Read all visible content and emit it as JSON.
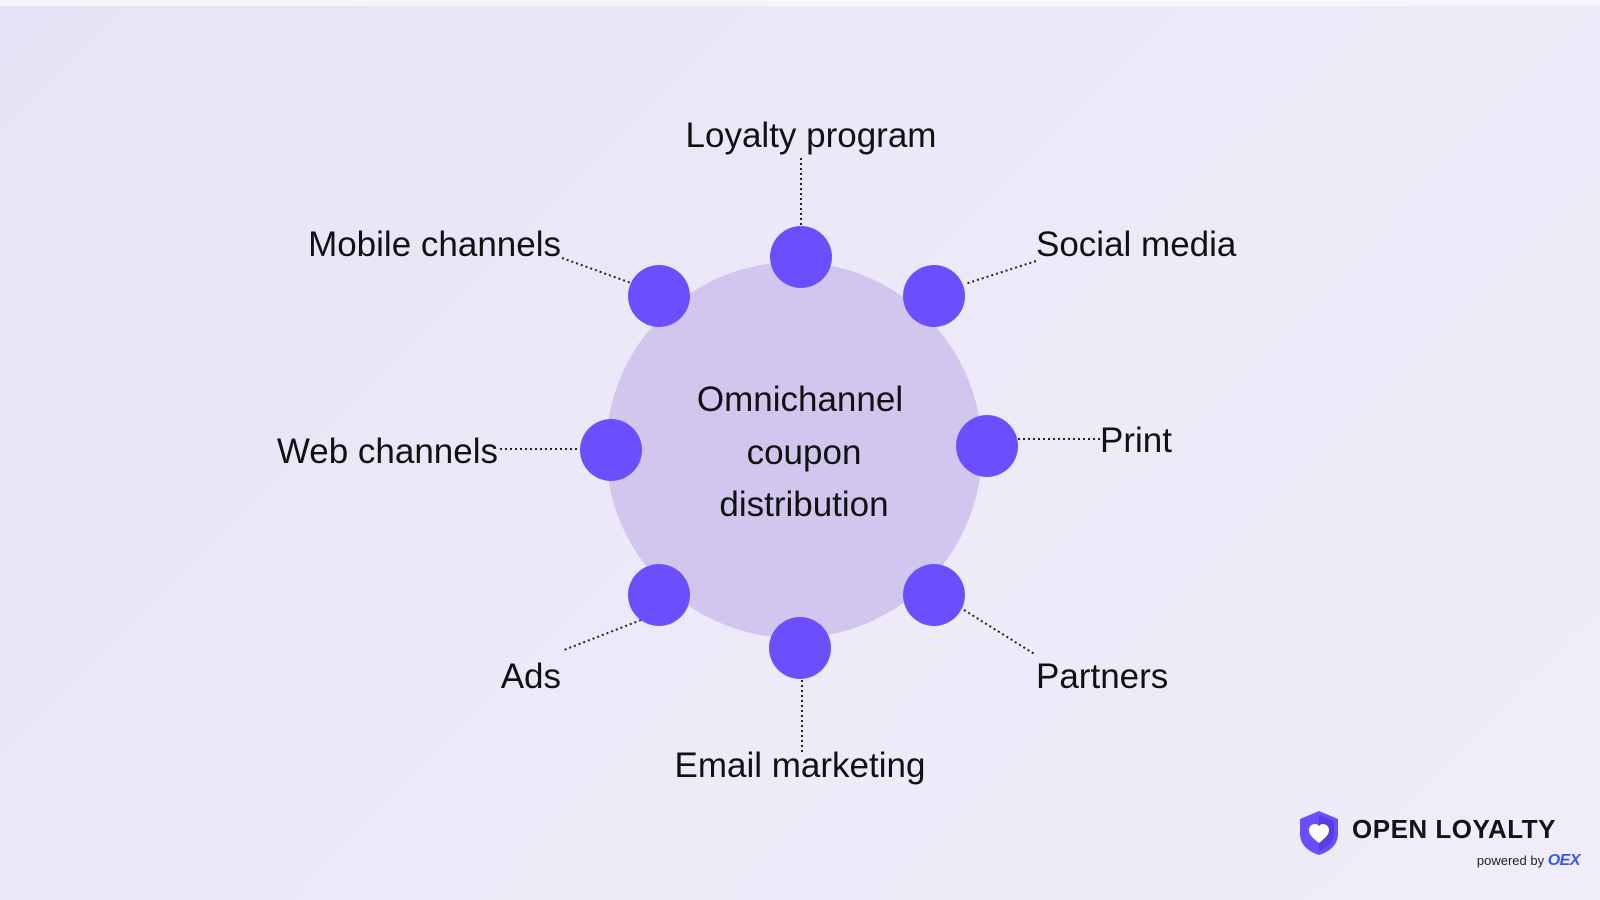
{
  "diagram": {
    "center_lines": [
      "Omnichannel",
      "coupon",
      "distribution"
    ],
    "channels": [
      {
        "id": "loyalty",
        "label": "Loyalty program"
      },
      {
        "id": "social",
        "label": "Social media"
      },
      {
        "id": "print",
        "label": "Print"
      },
      {
        "id": "partners",
        "label": "Partners"
      },
      {
        "id": "email",
        "label": "Email marketing"
      },
      {
        "id": "ads",
        "label": "Ads"
      },
      {
        "id": "web",
        "label": "Web channels"
      },
      {
        "id": "mobile",
        "label": "Mobile channels"
      }
    ]
  },
  "colors": {
    "hub": "#d0c6ee",
    "node": "#6c4ffc",
    "text": "#111111",
    "brand_accent": "#3a55f2"
  },
  "brand": {
    "name": "OPEN LOYALTY",
    "powered_by": "powered by",
    "partner": "OEX",
    "icon": "shield-heart-icon"
  }
}
